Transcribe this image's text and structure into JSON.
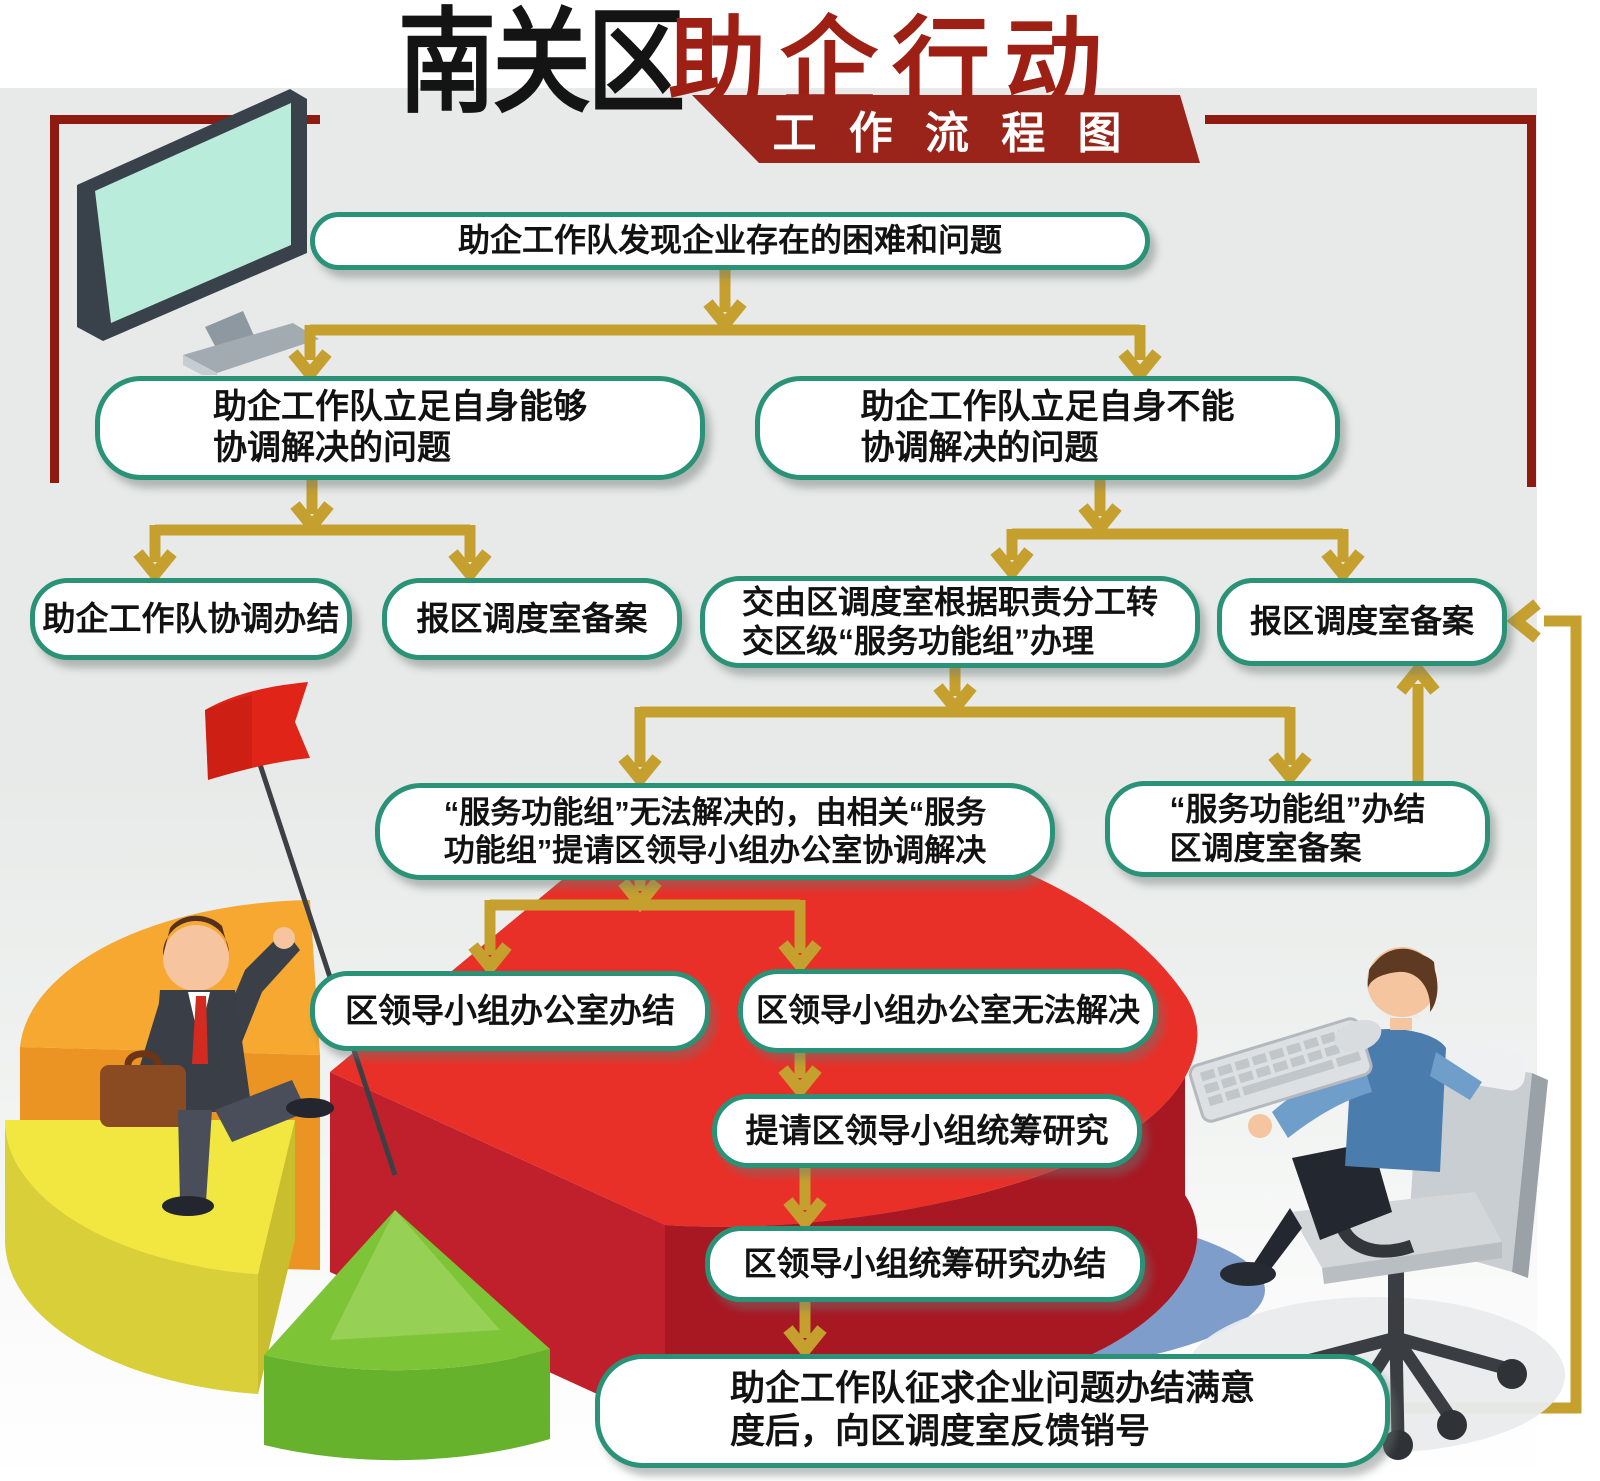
{
  "title": {
    "district": "南关区",
    "action": "助企行动",
    "banner": "工 作 流 程 图"
  },
  "flow": {
    "n1": {
      "text": "助企工作队发现企业存在的困难和问题"
    },
    "n2": {
      "line1": "助企工作队立足自身能够",
      "line2": "协调解决的问题"
    },
    "n3": {
      "line1": "助企工作队立足自身不能",
      "line2": "协调解决的问题"
    },
    "n4": {
      "text": "助企工作队协调办结"
    },
    "n5": {
      "text": "报区调度室备案"
    },
    "n6": {
      "line1": "交由区调度室根据职责分工转",
      "line2": "交区级“服务功能组”办理"
    },
    "n7": {
      "text": "报区调度室备案"
    },
    "n8": {
      "line1": "“服务功能组”无法解决的，由相关“服务",
      "line2": "功能组”提请区领导小组办公室协调解决"
    },
    "n9": {
      "line1": "“服务功能组”办结",
      "line2": "区调度室备案"
    },
    "n10": {
      "text": "区领导小组办公室办结"
    },
    "n11": {
      "text": "区领导小组办公室无法解决"
    },
    "n12": {
      "text": "提请区领导小组统筹研究"
    },
    "n13": {
      "text": "区领导小组统筹研究办结"
    },
    "n14": {
      "line1": "助企工作队征求企业问题办结满意",
      "line2": "度后，向区调度室反馈销号"
    }
  },
  "colors": {
    "node_border_teal": "#2a9277",
    "arrow_gold": "#c5a02f",
    "frame_dark_red": "#8f1b10",
    "banner_red": "#9a241a",
    "title_red": "#9e2014",
    "background_gray": "#e7eae8"
  },
  "illustrations": {
    "monitor": "computer-monitor-illustration",
    "pie": "businessman-with-flag-on-pie-chart-illustration",
    "desk": "person-working-at-desk-illustration"
  }
}
